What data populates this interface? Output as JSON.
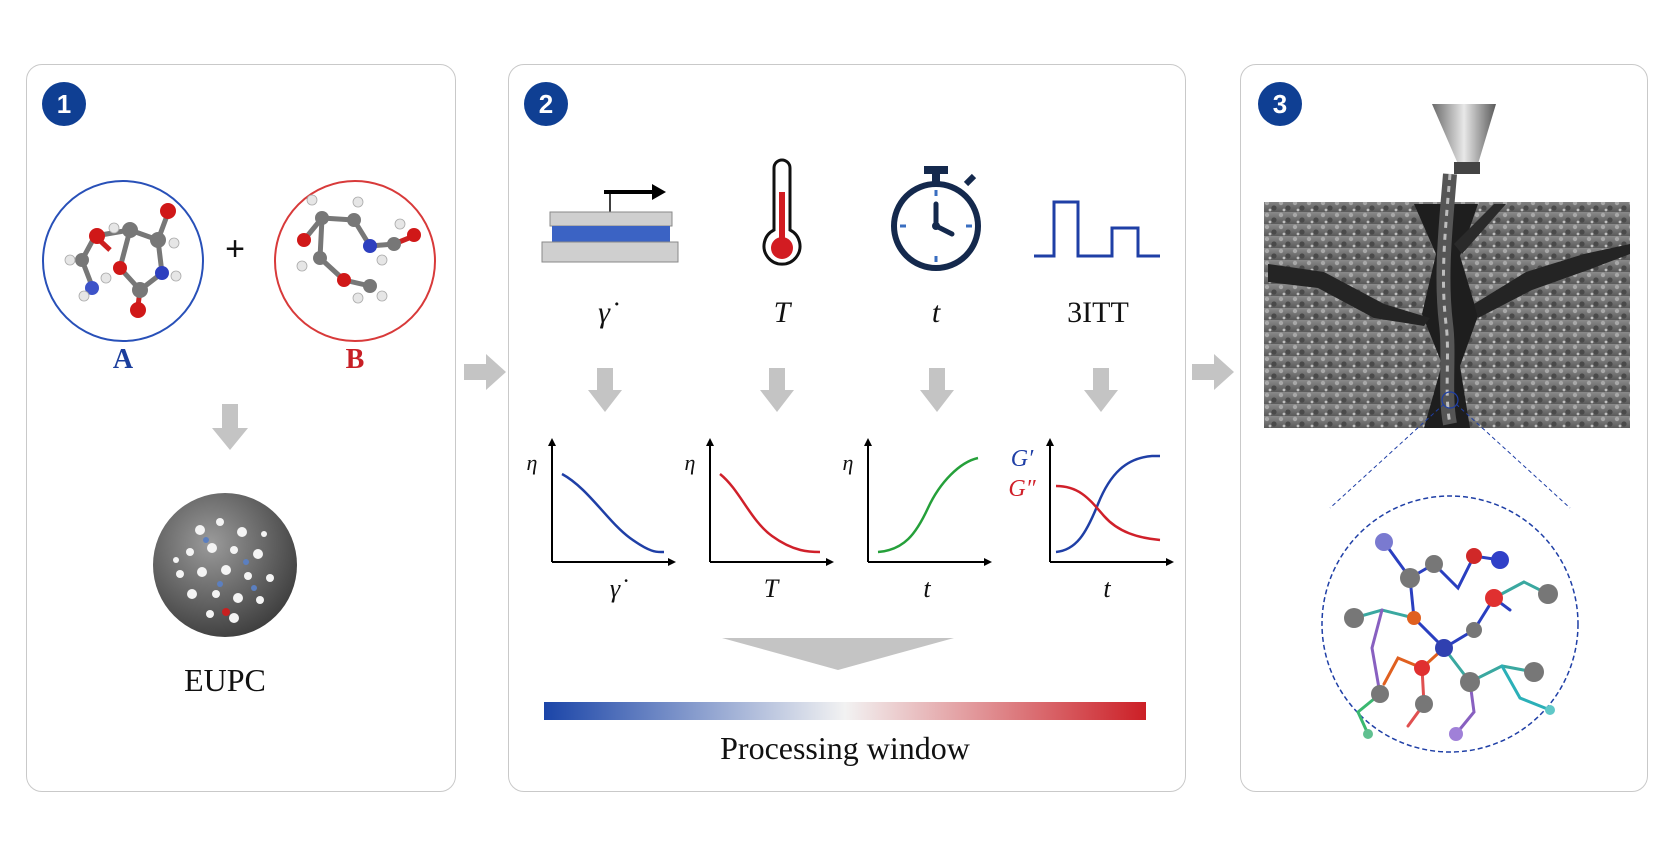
{
  "panels": [
    {
      "number": "1"
    },
    {
      "number": "2"
    },
    {
      "number": "3"
    }
  ],
  "panel1": {
    "molecule_a": "A",
    "plus": "+",
    "molecule_b": "B",
    "product": "EUPC"
  },
  "panel2": {
    "parameters": [
      {
        "symbol": "γ̇",
        "icon": "parallel-plate-shear-icon"
      },
      {
        "symbol": "T",
        "icon": "thermometer-icon"
      },
      {
        "symbol": "t",
        "icon": "stopwatch-icon"
      },
      {
        "symbol": "3ITT",
        "icon": "step-signal-icon"
      }
    ],
    "plots": [
      {
        "ylabel": "η",
        "xlabel": "γ̇",
        "trend": "decreasing",
        "color": "#1f3fa6"
      },
      {
        "ylabel": "η",
        "xlabel": "T",
        "trend": "decreasing",
        "color": "#d0202a"
      },
      {
        "ylabel": "η",
        "xlabel": "t",
        "trend": "increasing",
        "color": "#25a03a"
      },
      {
        "ylabel_g1": "G′",
        "ylabel_g2": "G″",
        "xlabel": "t",
        "trend": "crossover",
        "color_g1": "#1f3fa6",
        "color_g2": "#d0202a"
      }
    ],
    "window_label": "Processing window",
    "gradient_colors": [
      "#1b45a8",
      "#f2f2f2",
      "#cc1f26"
    ]
  },
  "panel3": {
    "scene": "crack-filling-nozzle",
    "zoom": "polymer-network"
  }
}
